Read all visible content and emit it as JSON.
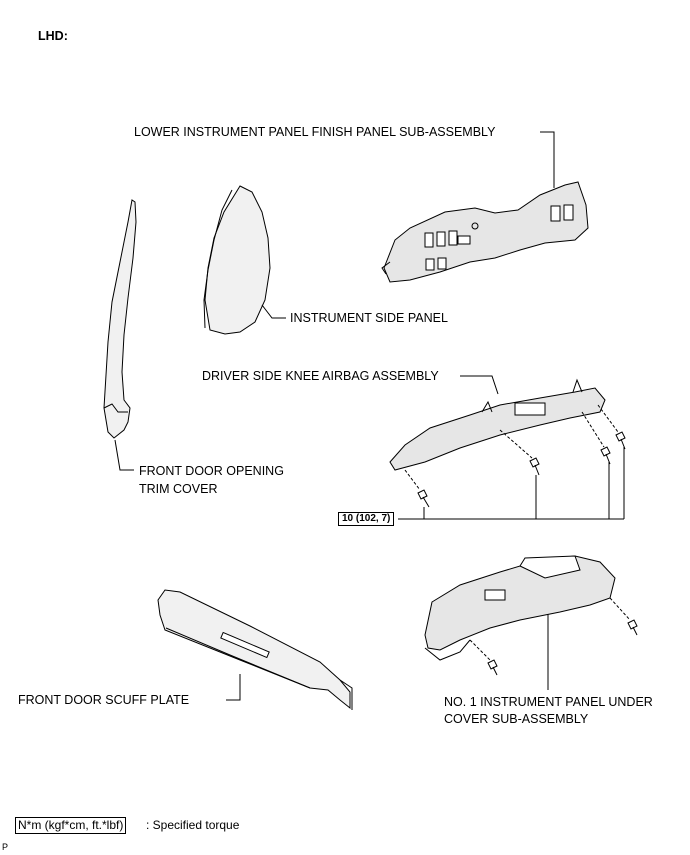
{
  "header": {
    "variant": "LHD:"
  },
  "parts": {
    "lower_panel": "LOWER INSTRUMENT PANEL FINISH PANEL SUB-ASSEMBLY",
    "side_panel": "INSTRUMENT SIDE PANEL",
    "knee_airbag": "DRIVER SIDE KNEE AIRBAG ASSEMBLY",
    "door_trim_line1": "FRONT DOOR OPENING",
    "door_trim_line2": "TRIM COVER",
    "scuff_plate": "FRONT DOOR SCUFF PLATE",
    "under_cover_line1": "NO. 1 INSTRUMENT PANEL UNDER",
    "under_cover_line2": "COVER SUB-ASSEMBLY"
  },
  "torque": {
    "value": "10 (102, 7)"
  },
  "legend": {
    "unit": "N*m (kgf*cm, ft.*lbf)",
    "desc": ": Specified torque"
  },
  "footer": {
    "code": "P"
  }
}
